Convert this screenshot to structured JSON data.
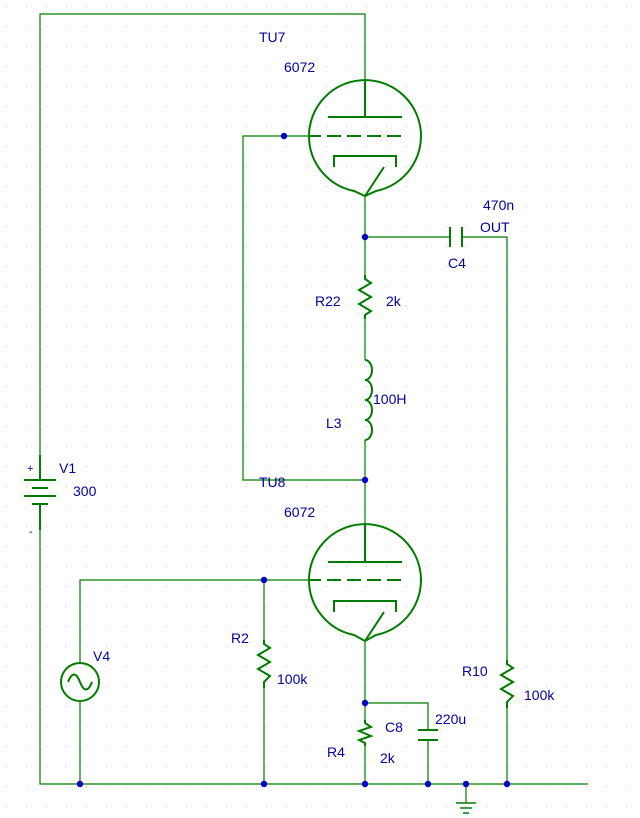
{
  "colors": {
    "wire": "#007d00",
    "component": "#007d00",
    "node": "#0000c8",
    "label": "#00009e",
    "background": "#ffffff",
    "grid_dot": "#c8c8c8"
  },
  "components": {
    "tube_top": {
      "ref": "TU7",
      "value": "6072"
    },
    "tube_bottom": {
      "ref": "TU8",
      "value": "6072"
    },
    "r22": {
      "ref": "R22",
      "value": "2k"
    },
    "l3": {
      "ref": "L3",
      "value": "100H"
    },
    "c4": {
      "ref": "C4",
      "value": "470n"
    },
    "out": {
      "label": "OUT"
    },
    "v1": {
      "ref": "V1",
      "value": "300",
      "plus": "+",
      "minus": "-"
    },
    "v4": {
      "ref": "V4"
    },
    "r2": {
      "ref": "R2",
      "value": "100k"
    },
    "r4": {
      "ref": "R4",
      "value": "2k"
    },
    "c8": {
      "ref": "C8",
      "value": "220u"
    },
    "r10": {
      "ref": "R10",
      "value": "100k"
    }
  }
}
